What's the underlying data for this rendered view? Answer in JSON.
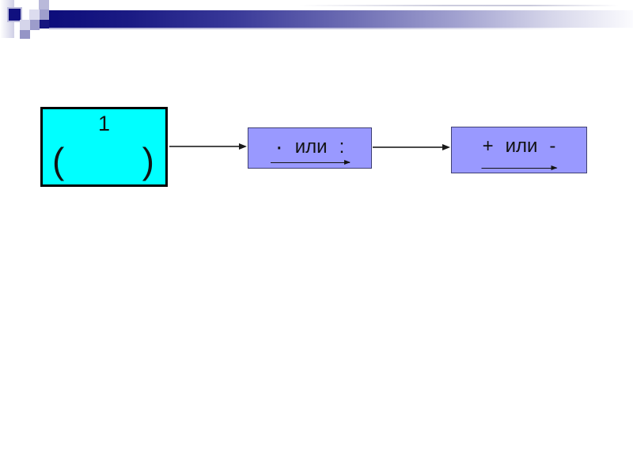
{
  "decoration": {
    "bar_color_left": "#0d0d7b",
    "bar_color_right": "#ffffff",
    "square_navy": "#10107f",
    "square_lavender_light": "#dcdcef",
    "square_lavender_medium": "#9f9fcd"
  },
  "flowchart": {
    "step_parentheses": {
      "number": "1",
      "paren_open": "(",
      "paren_close": ")",
      "fill": "#00ffff",
      "border": "#000000"
    },
    "step_multiply_divide": {
      "multiply_sign": "·",
      "or_word": "или",
      "divide_sign": ":",
      "fill": "#9999ff",
      "border": "#3f3f72"
    },
    "step_add_subtract": {
      "plus_sign": "+",
      "or_word": "или",
      "minus_sign": "-",
      "fill": "#9999ff",
      "border": "#3f3f72"
    }
  }
}
